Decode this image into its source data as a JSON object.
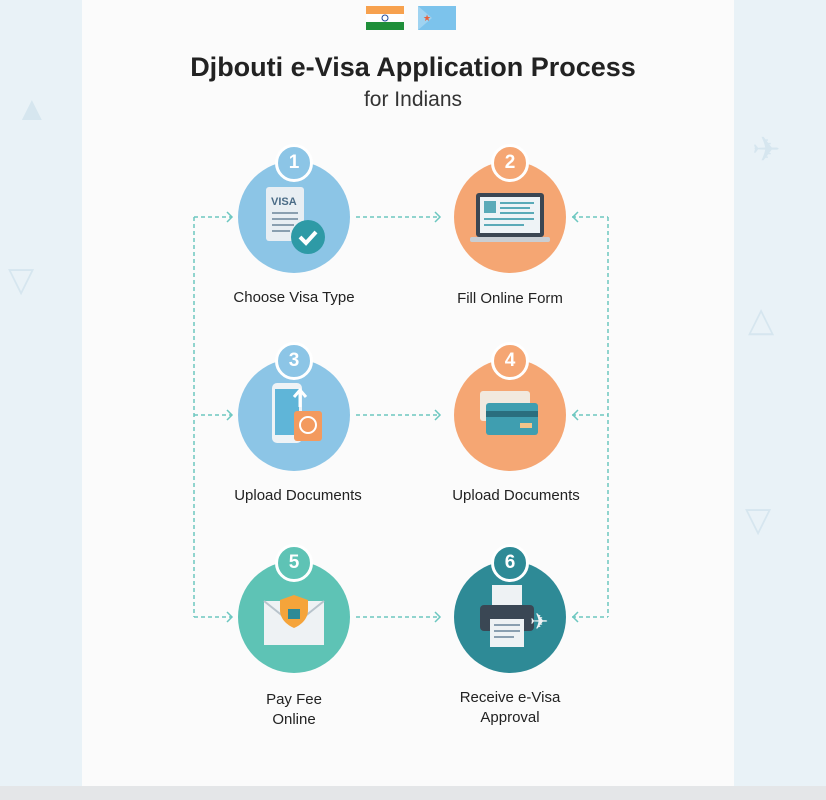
{
  "header": {
    "title": "Djbouti e-Visa Application Process",
    "subtitle": "for Indians"
  },
  "flags": [
    "india-flag",
    "djibouti-flag"
  ],
  "colors": {
    "blue": "#8cc5e6",
    "orange": "#f5a673",
    "teal": "#5ec3b5",
    "dark_teal": "#2e8a96",
    "connector": "#6cc7c0"
  },
  "steps": [
    {
      "number": "1",
      "label": "Choose Visa Type",
      "icon": "visa-document-check-icon",
      "icon_text": "VISA"
    },
    {
      "number": "2",
      "label": "Fill Online Form",
      "icon": "laptop-form-icon"
    },
    {
      "number": "3",
      "label": "Upload Documents",
      "icon": "phone-upload-passport-icon"
    },
    {
      "number": "4",
      "label": "Upload Documents",
      "icon": "credit-card-icon"
    },
    {
      "number": "5",
      "label": "Pay Fee Online",
      "icon": "secure-envelope-icon"
    },
    {
      "number": "6",
      "label": "Receive e-Visa Approval",
      "icon": "printer-plane-icon"
    }
  ]
}
